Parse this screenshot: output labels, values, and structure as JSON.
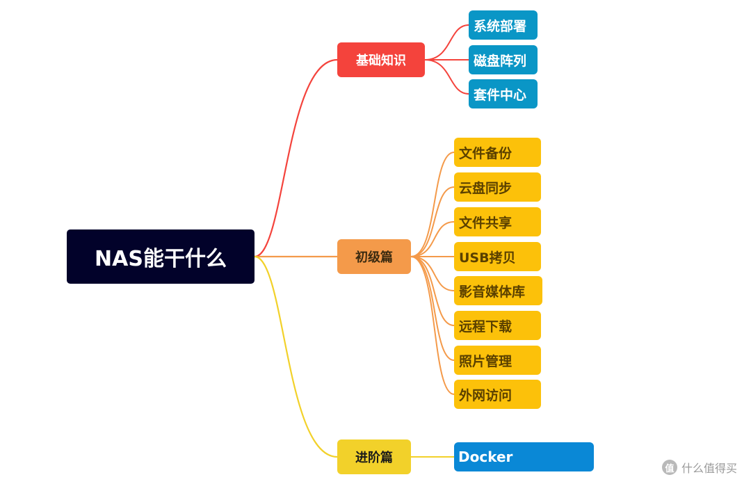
{
  "root": {
    "label": "NAS能干什么",
    "color": "#02022a"
  },
  "branches": [
    {
      "label": "基础知识",
      "color": "#f4433c",
      "children": [
        "系统部署",
        "磁盘阵列",
        "套件中心"
      ]
    },
    {
      "label": "初级篇",
      "color": "#f49a4a",
      "children": [
        "文件备份",
        "云盘同步",
        "文件共享",
        "USB拷贝",
        "影音媒体库",
        "远程下载",
        "照片管理",
        "外网访问"
      ]
    },
    {
      "label": "进阶篇",
      "color": "#f2d12a",
      "children": [
        "Docker"
      ]
    }
  ],
  "leaf_colors": {
    "basic": "#0a96c6",
    "junior": "#fcc10a",
    "advanced": "#0a88d6"
  },
  "watermark": {
    "logo_text": "值",
    "text": "什么值得买"
  }
}
